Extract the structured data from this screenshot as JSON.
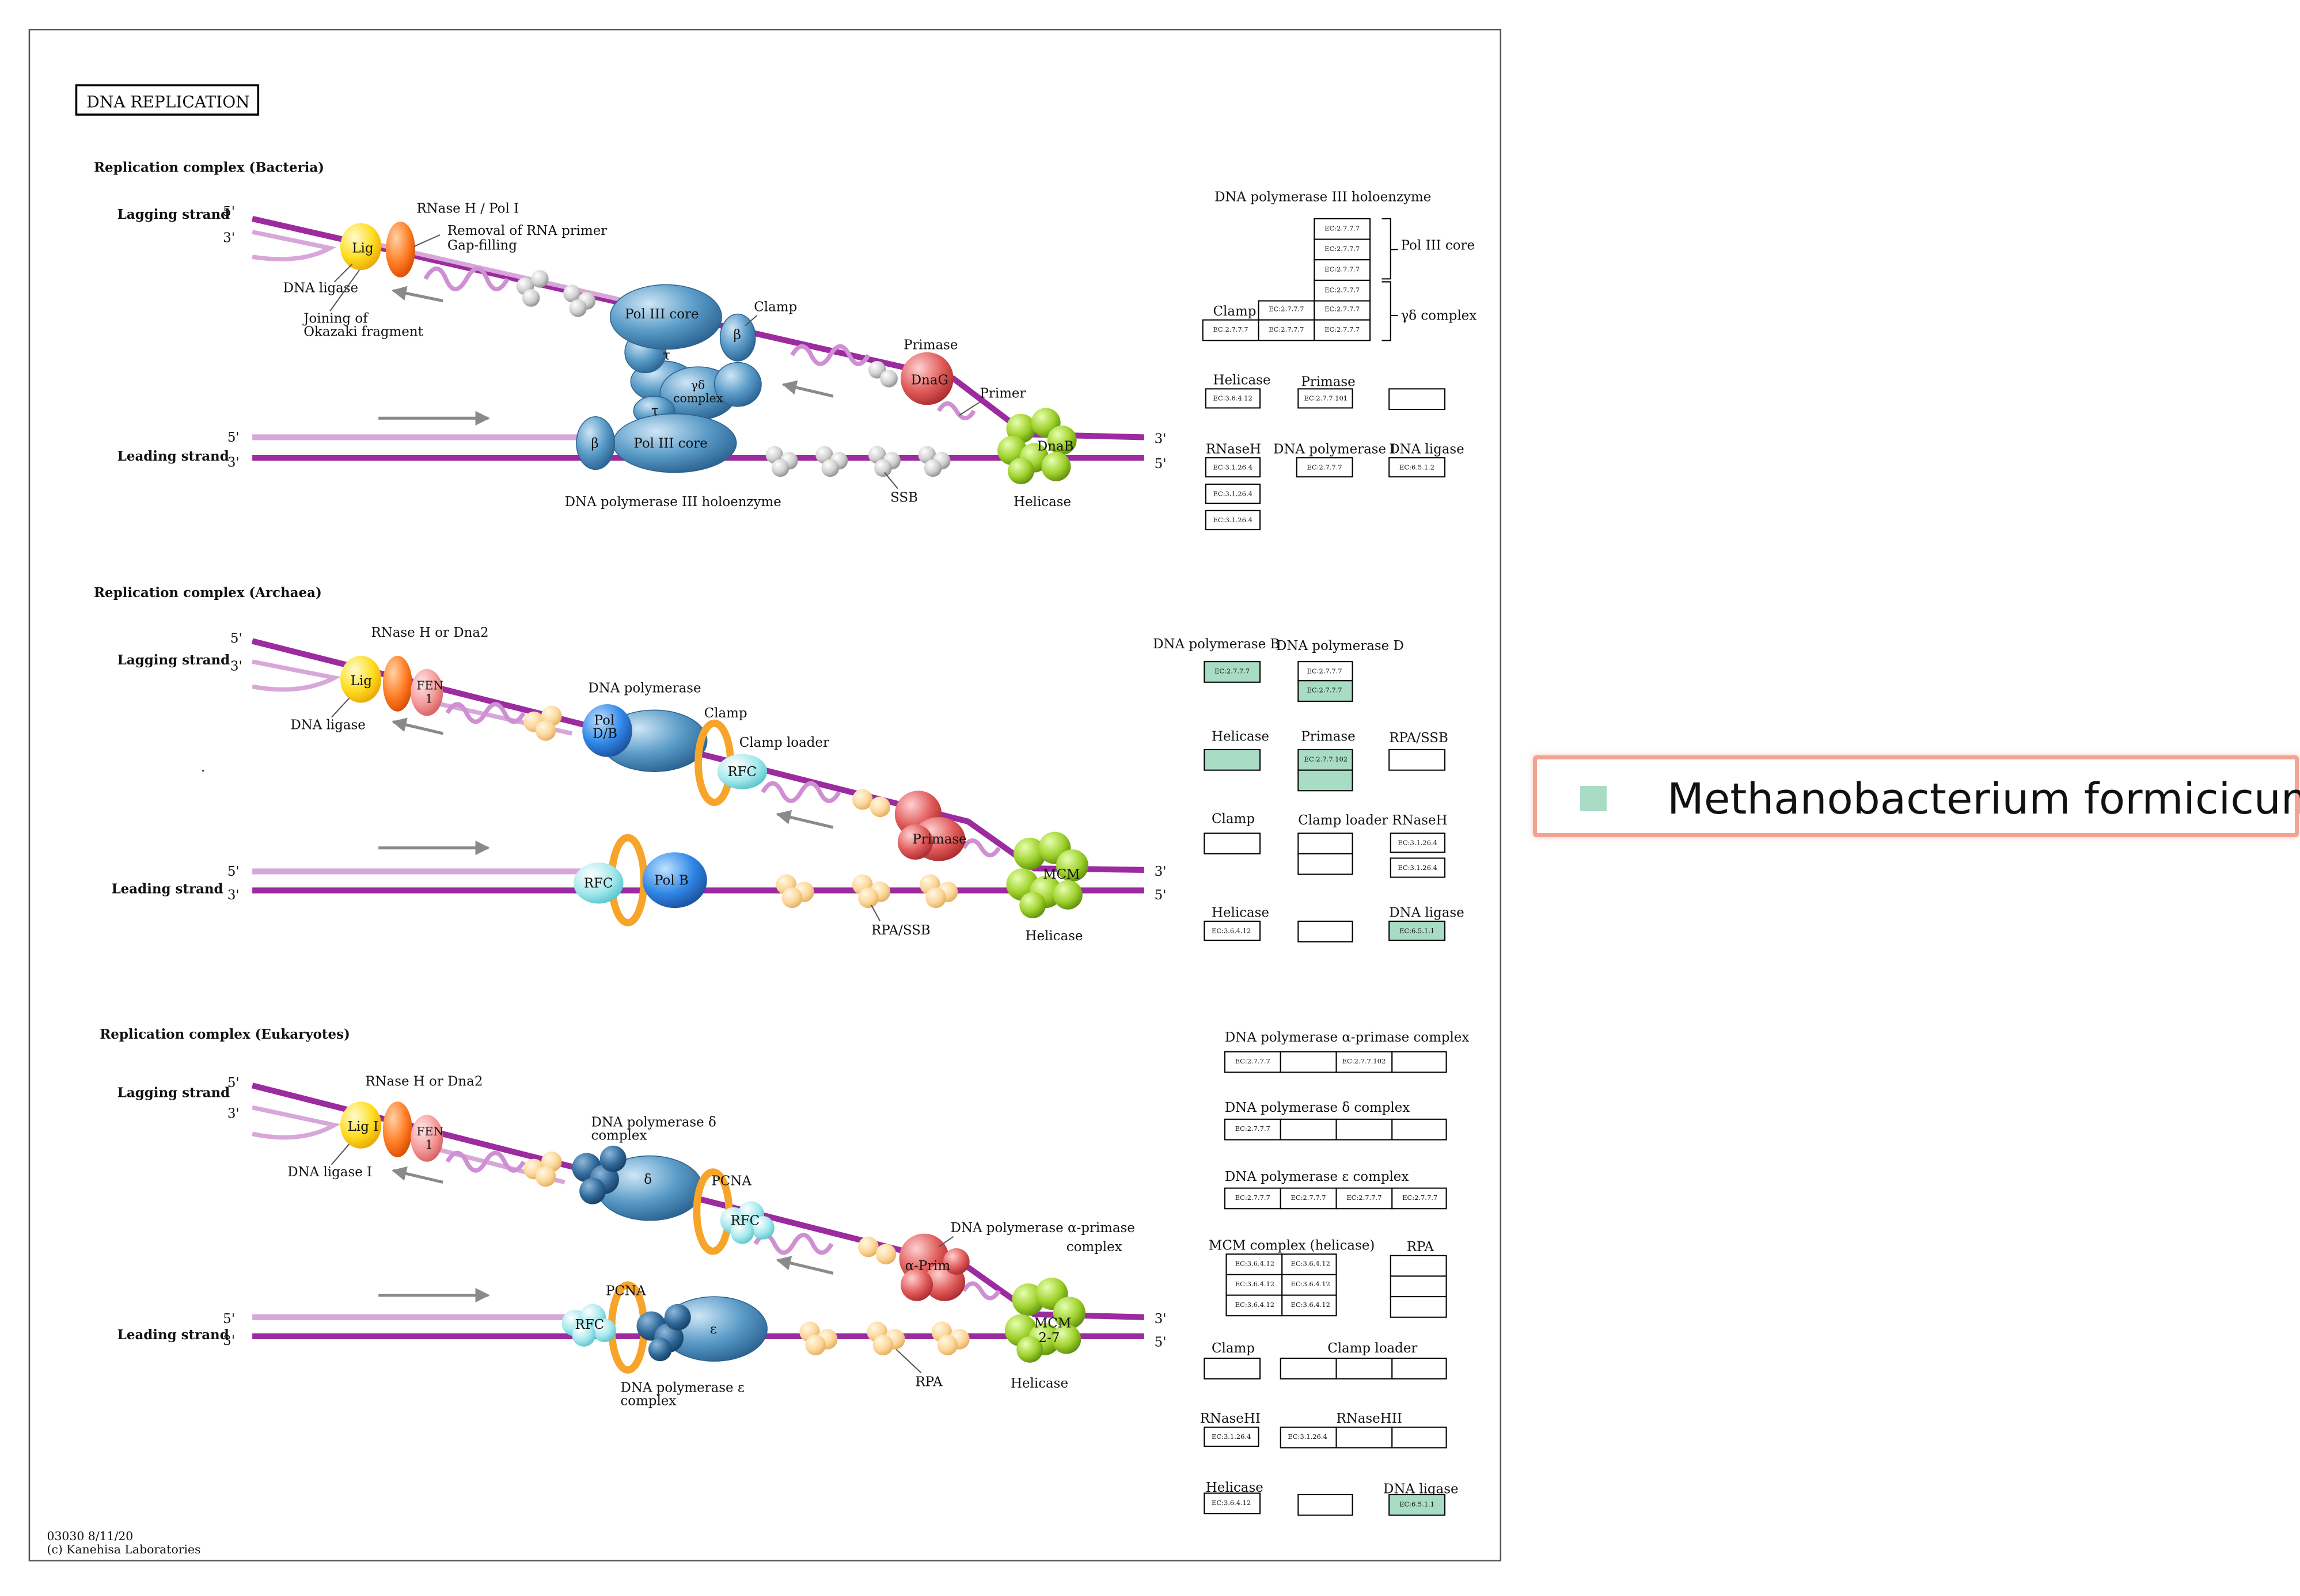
{
  "title": "DNA REPLICATION",
  "colors": {
    "strand": "#9b2b9f",
    "strand_light": "#d8a7d9",
    "highlight": "#a8dcc4",
    "legend_border": "#f2a391"
  },
  "legend": {
    "organism": "Methanobacterium formicicum"
  },
  "footer": {
    "map_id": "03030 8/11/20",
    "copyright": "(c) Kanehisa Laboratories"
  },
  "common": {
    "five": "5'",
    "three": "3'",
    "lagging": "Lagging strand",
    "leading": "Leading strand"
  },
  "bacteria": {
    "title": "Replication complex (Bacteria)",
    "labels": {
      "rnaseh_pol1": "RNase H / Pol I",
      "removal": "Removal of RNA primer",
      "gap": "Gap-filling",
      "lig": "Lig",
      "dna_ligase": "DNA ligase",
      "joining1": "Joining of",
      "joining2": "Okazaki fragment",
      "pol3core": "Pol III core",
      "clamp": "Clamp",
      "beta": "β",
      "tau": "τ",
      "gd1": "γδ",
      "gd2": "complex",
      "primase": "Primase",
      "dnag": "DnaG",
      "primer": "Primer",
      "dnab": "DnaB",
      "ssb": "SSB",
      "helicase": "Helicase",
      "holo": "DNA polymerase III holoenzyme"
    },
    "table": {
      "holo_title": "DNA polymerase III holoenzyme",
      "pol3core": "Pol III core",
      "gd_complex": "γδ complex",
      "clamp": "Clamp",
      "ec": "EC:2.7.7.7",
      "helicase": "Helicase",
      "helicase_ec": "EC:3.6.4.12",
      "primase": "Primase",
      "primase_ec": "EC:2.7.7.101",
      "rnaseh": "RNaseH",
      "rnaseh_ec": "EC:3.1.26.4",
      "pol1": "DNA polymerase I",
      "pol1_ec": "EC:2.7.7.7",
      "ligase": "DNA ligase",
      "ligase_ec": "EC:6.5.1.2"
    }
  },
  "archaea": {
    "title": "Replication complex (Archaea)",
    "labels": {
      "rnaseh": "RNase H or Dna2",
      "lig": "Lig",
      "fen1": "FEN",
      "fen2": "1",
      "dna_ligase": "DNA ligase",
      "dnapol": "DNA polymerase",
      "pol1": "Pol",
      "pol2": "D/B",
      "clamp": "Clamp",
      "clamp_loader": "Clamp loader",
      "rfc": "RFC",
      "primase": "Primase",
      "mcm": "MCM",
      "rfc2": "RFC",
      "polb": "Pol B",
      "rpassb": "RPA/SSB",
      "helicase": "Helicase"
    },
    "table": {
      "polb": "DNA polymerase B",
      "polb_ec": "EC:2.7.7.7",
      "pold": "DNA polymerase D",
      "pold_ec": "EC:2.7.7.7",
      "helicase": "Helicase",
      "primase": "Primase",
      "primase_ec": "EC:2.7.7.102",
      "rpassb": "RPA/SSB",
      "clamp": "Clamp",
      "clamp_loader": "Clamp loader",
      "rnaseh": "RNaseH",
      "rnaseh_ec": "EC:3.1.26.4",
      "helicase2": "Helicase",
      "helicase2_ec": "EC:3.6.4.12",
      "ligase": "DNA ligase",
      "ligase_ec": "EC:6.5.1.1"
    }
  },
  "eukaryotes": {
    "title": "Replication complex (Eukaryotes)",
    "labels": {
      "rnaseh": "RNase H or Dna2",
      "lig": "Lig I",
      "fen1": "FEN",
      "fen2": "1",
      "dna_ligase": "DNA ligase I",
      "pold1": "DNA polymerase δ",
      "pold2": "complex",
      "delta": "δ",
      "pcna": "PCNA",
      "rfc": "RFC",
      "alpha1": "DNA polymerase α-primase",
      "alpha2": "complex",
      "aprim": "α-Prim",
      "pcna2": "PCNA",
      "rfc2": "RFC",
      "eps": "ε",
      "mcm1": "MCM",
      "mcm2": "2-7",
      "epsc1": "DNA polymerase ε",
      "epsc2": "complex",
      "rpa": "RPA",
      "helicase": "Helicase"
    },
    "table": {
      "alpha": "DNA polymerase α-primase complex",
      "alpha_ec1": "EC:2.7.7.7",
      "alpha_ec2": "EC:2.7.7.102",
      "delta": "DNA polymerase δ complex",
      "delta_ec": "EC:2.7.7.7",
      "eps": "DNA polymerase ε complex",
      "eps_ec": "EC:2.7.7.7",
      "mcm": "MCM complex (helicase)",
      "mcm_ec": "EC:3.6.4.12",
      "rpa": "RPA",
      "clamp": "Clamp",
      "clamp_loader": "Clamp loader",
      "rnasehi": "RNaseHI",
      "rnasehi_ec": "EC:3.1.26.4",
      "rnasehii": "RNaseHII",
      "rnasehii_ec": "EC:3.1.26.4",
      "helicase": "Helicase",
      "helicase_ec": "EC:3.6.4.12",
      "ligase": "DNA ligase",
      "ligase_ec": "EC:6.5.1.1"
    }
  }
}
